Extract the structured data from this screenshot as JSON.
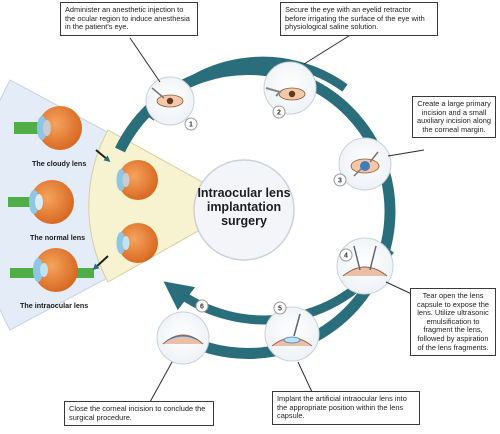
{
  "center": {
    "title": "Intraocular lens implantation surgery"
  },
  "eye_labels": {
    "cloudy": "The cloudy lens",
    "normal": "The normal lens",
    "intraocular": "The intraocular lens"
  },
  "steps": [
    {
      "number": "1",
      "text": "Administer an anesthetic injection to the ocular region to induce anesthesia in the patient's eye."
    },
    {
      "number": "2",
      "text": "Secure the eye with an eyelid retractor before irrigating the surface of the eye with physiological saline solution."
    },
    {
      "number": "3",
      "text": "Create a large primary incision and a small auxiliary incision along the corneal margin."
    },
    {
      "number": "4",
      "text": "Tear open the lens capsule to expose the lens. Utilize ultrasonic emulsification to fragment the lens, followed by aspiration of the lens fragments."
    },
    {
      "number": "5",
      "text": "Implant the artificial intraocular lens into the appropriate position within the lens capsule."
    },
    {
      "number": "6",
      "text": "Close the corneal incision to conclude the surgical procedure."
    }
  ],
  "colors": {
    "arrow": "#2a6e7c",
    "fan_outer": "#e4edf7",
    "fan_inner": "#f7f2cf",
    "eye_orange": "#e8823a",
    "light_beam": "#4fae48",
    "iris_blue": "#3e7fb8"
  }
}
